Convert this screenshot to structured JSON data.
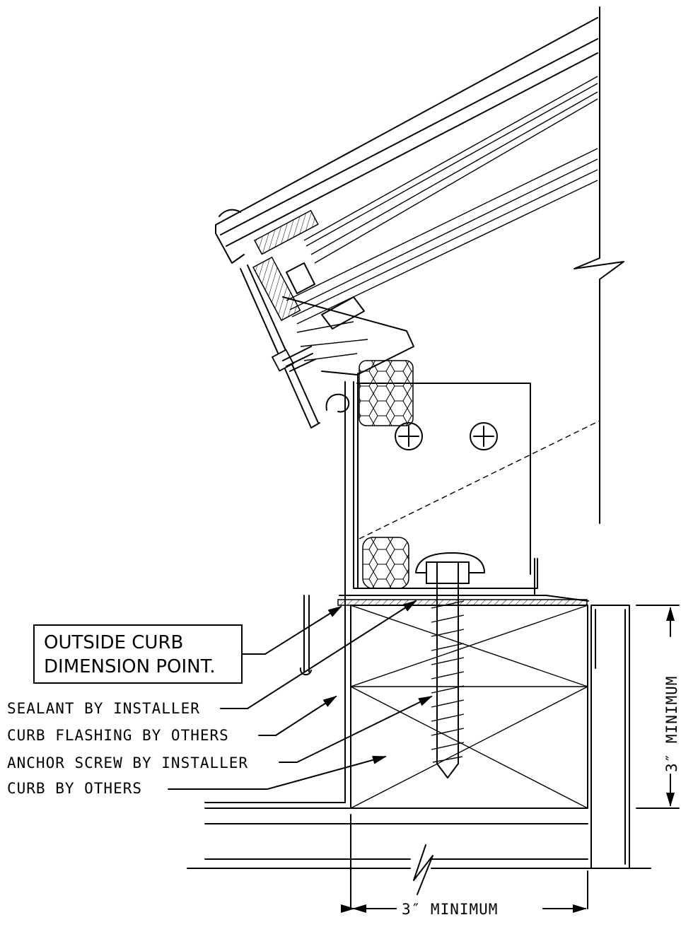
{
  "callout_box": {
    "line1": "OUTSIDE CURB",
    "line2": "DIMENSION POINT."
  },
  "labels": [
    "SEALANT BY INSTALLER",
    "CURB FLASHING BY OTHERS",
    "ANCHOR SCREW BY INSTALLER",
    "CURB BY OTHERS"
  ],
  "dimensions": {
    "horizontal": "3″  MINIMUM",
    "vertical": "3″  MINIMUM"
  }
}
